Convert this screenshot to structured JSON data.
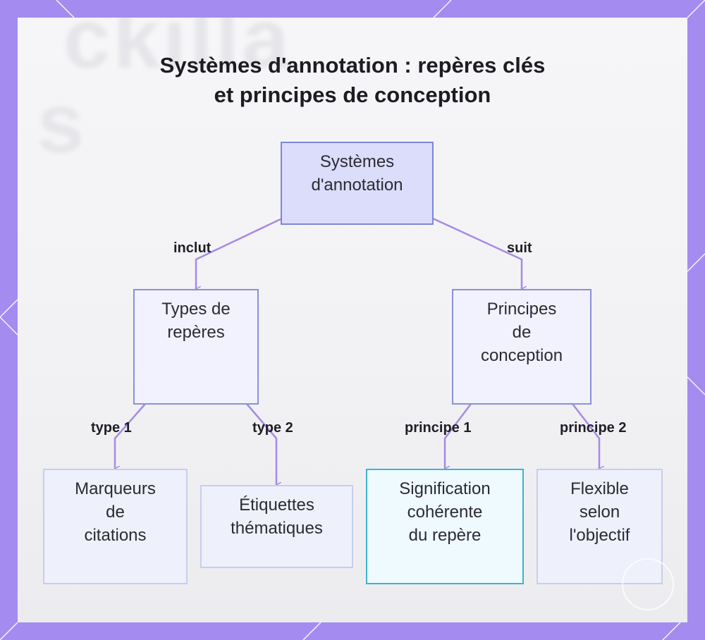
{
  "title": {
    "line1": "Systèmes d'annotation : repères clés",
    "line2": "et principes de conception"
  },
  "nodes": {
    "root": "Systèmes\nd'annotation",
    "types": "Types de\nrepères",
    "principes": "Principes\nde\nconception",
    "marqueurs": "Marqueurs\nde\ncitations",
    "etiquettes": "Étiquettes\nthématiques",
    "signification": "Signification\ncohérente\ndu repère",
    "flexible": "Flexible\nselon\nl'objectif"
  },
  "edges": {
    "inclut": "inclut",
    "suit": "suit",
    "type1": "type 1",
    "type2": "type 2",
    "principe1": "principe 1",
    "principe2": "principe 2"
  },
  "colors": {
    "frame": "#a48bf0",
    "edge": "#a78ae6",
    "root_fill": "#dcdcfb",
    "highlight_border": "#3bb6cc"
  }
}
